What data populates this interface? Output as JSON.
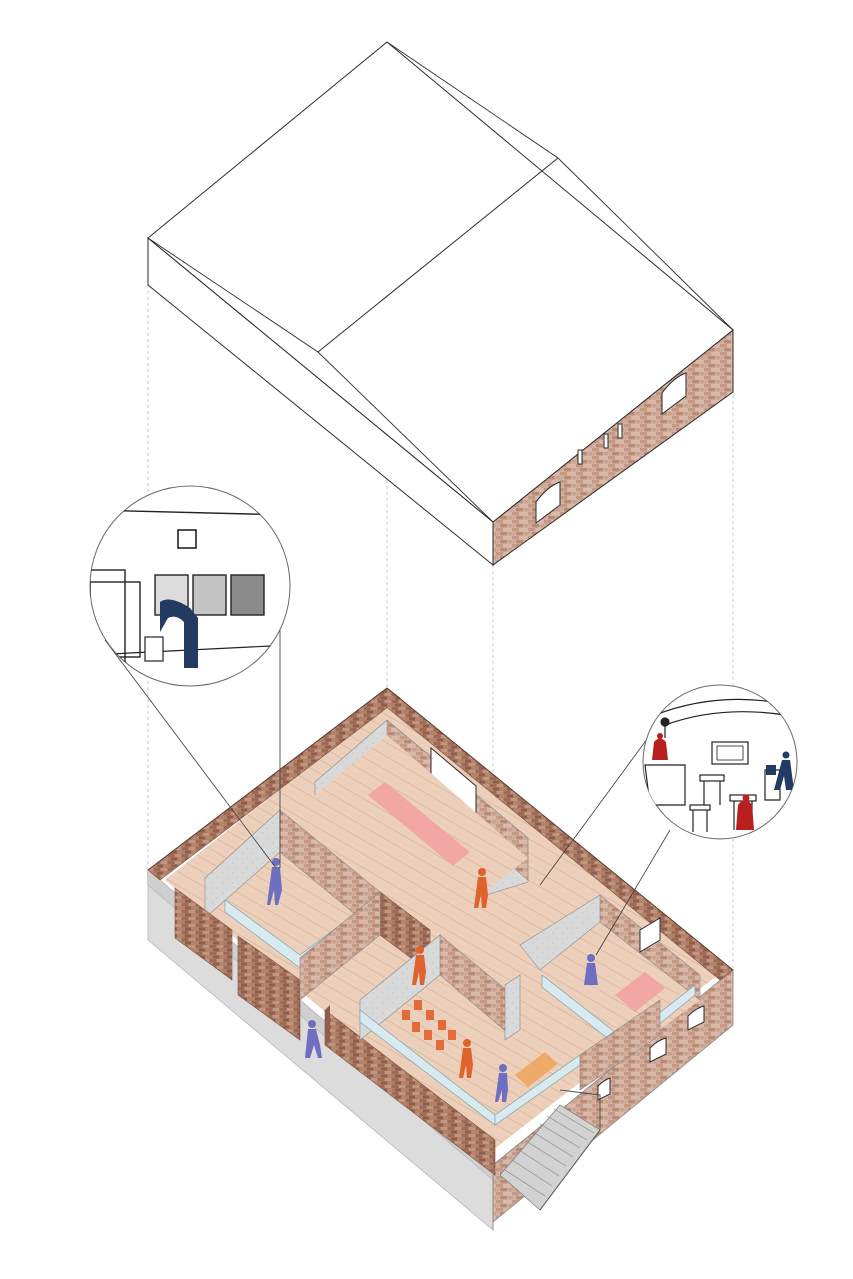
{
  "diagram": {
    "kind": "exploded-axonometric",
    "layers": [
      "roof",
      "interior-plan"
    ],
    "callouts": [
      "gallery-detail",
      "cafe-detail"
    ],
    "colors": {
      "line": "#2b2b2b",
      "projection_line": "#b9b9b9",
      "brick": "#c9a391",
      "brick_dark": "#a8745f",
      "plaster": "#d7d7d7",
      "floor": "#e8c7ae",
      "glass": "#d6eaf0",
      "figure_orange": "#e0622c",
      "figure_purple": "#6f6fc2",
      "figure_red": "#b8201f",
      "figure_navy": "#233b63",
      "table_pink": "#f09a9a",
      "bench_orange": "#f1a35a"
    }
  }
}
